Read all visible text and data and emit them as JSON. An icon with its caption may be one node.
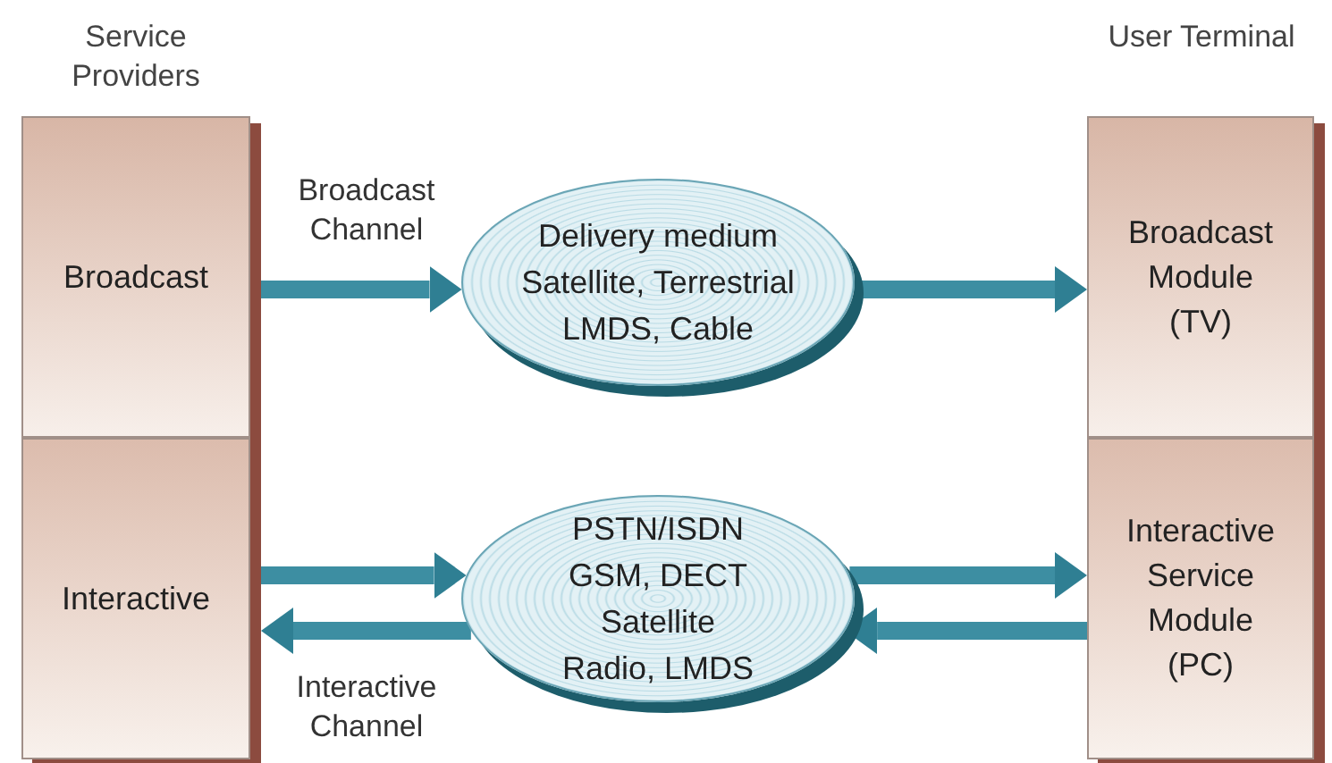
{
  "diagram": {
    "nodes": [
      {
        "text": [
          "Broadcast"
        ]
      },
      {
        "text": [
          "Delivery medium",
          "Satellite, Terrestrial",
          "LMDS, Cable"
        ]
      },
      {
        "text": [
          "Broadcast Module",
          "(TV)"
        ]
      },
      {
        "text": [
          "Interactive"
        ]
      },
      {
        "text": [
          "PSTN/ISDN",
          "GSM, DECT",
          "Satellite",
          "Radio, LMDS"
        ]
      },
      {
        "text": [
          "Interactive Service Module",
          "(PC)"
        ]
      }
    ],
    "edges": [
      {
        "from": 0,
        "to": 1,
        "arrow": "to",
        "label": "Broadcast Channel"
      },
      {
        "from": 1,
        "to": 2,
        "arrow": "to"
      },
      {
        "from": 3,
        "to": 4,
        "arrow": "to"
      },
      {
        "from": 4,
        "to": 3,
        "arrow": "to",
        "label": "Interactive Channel"
      },
      {
        "from": 4,
        "to": 5,
        "arrow": "to"
      },
      {
        "from": 5,
        "to": 4,
        "arrow": "to"
      }
    ],
    "labels": [
      "Service Providers",
      "User Terminal"
    ]
  }
}
